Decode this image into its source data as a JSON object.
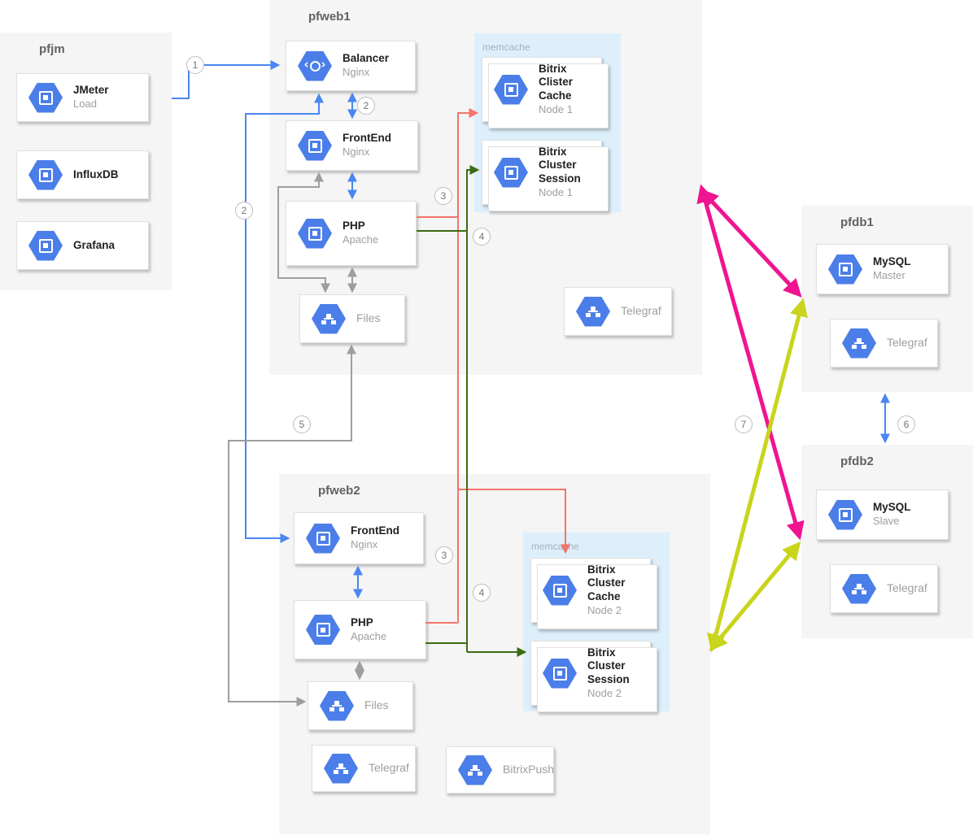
{
  "groups": {
    "pfjm": {
      "title": "pfjm"
    },
    "pfweb1": {
      "title": "pfweb1"
    },
    "pfweb2": {
      "title": "pfweb2"
    },
    "pfdb1": {
      "title": "pfdb1"
    },
    "pfdb2": {
      "title": "pfdb2"
    },
    "memcache1": {
      "title": "memcache"
    },
    "memcache2": {
      "title": "memcache"
    }
  },
  "nodes": {
    "jmeter": {
      "title": "JMeter",
      "subtitle": "Load"
    },
    "influxdb": {
      "title": "InfluxDB"
    },
    "grafana": {
      "title": "Grafana"
    },
    "balancer": {
      "title": "Balancer",
      "subtitle": "Nginx"
    },
    "frontend1": {
      "title": "FrontEnd",
      "subtitle": "Nginx"
    },
    "php1": {
      "title": "PHP",
      "subtitle": "Apache"
    },
    "files1": {
      "title": "Files"
    },
    "telegraf1": {
      "title": "Telegraf"
    },
    "cache1": {
      "title": "Bitrix Clister Cache",
      "subtitle": "Node 1"
    },
    "session1": {
      "title": "Bitrix Cluster Session",
      "subtitle": "Node 1"
    },
    "frontend2": {
      "title": "FrontEnd",
      "subtitle": "Nginx"
    },
    "php2": {
      "title": "PHP",
      "subtitle": "Apache"
    },
    "files2": {
      "title": "Files"
    },
    "telegraf2": {
      "title": "Telegraf"
    },
    "bitrixpush": {
      "title": "BitrixPush"
    },
    "cache2": {
      "title": "Bitrix Cluster Cache",
      "subtitle": "Node 2"
    },
    "session2": {
      "title": "Bitrix Cluster Session",
      "subtitle": "Node 2"
    },
    "mysql_master": {
      "title": "MySQL",
      "subtitle": "Master"
    },
    "telegraf_db1": {
      "title": "Telegraf"
    },
    "mysql_slave": {
      "title": "MySQL",
      "subtitle": "Slave"
    },
    "telegraf_db2": {
      "title": "Telegraf"
    }
  },
  "badges": {
    "b1": "1",
    "b2_top": "2",
    "b2_side": "2",
    "b3_web1": "3",
    "b4_web1": "4",
    "b5": "5",
    "b3_web2": "3",
    "b4_web2": "4",
    "b6": "6",
    "b7": "7"
  },
  "colors": {
    "arrow_blue": "#4a86f2",
    "arrow_gray": "#9e9e9e",
    "arrow_red": "#f4746a",
    "arrow_green": "#3d6b12",
    "arrow_magenta": "#f01490",
    "arrow_yellow": "#c9d41d",
    "icon_blue": "#4b7ee8",
    "panel_gray": "#f5f5f5",
    "panel_memcache": "#ddeffb"
  }
}
